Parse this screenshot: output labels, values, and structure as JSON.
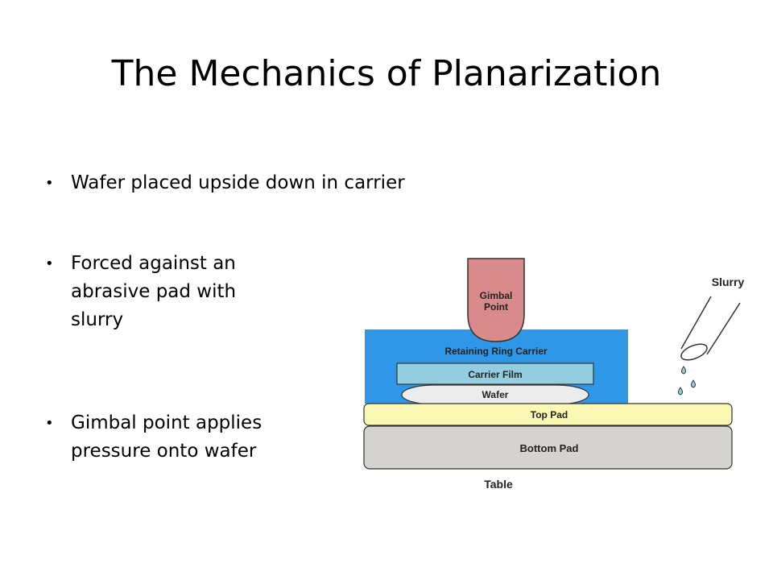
{
  "slide": {
    "title": "The Mechanics of Planarization",
    "bullets": [
      {
        "line1": "Wafer placed upside down in carrier"
      },
      {
        "line1": "Forced against an",
        "line2": "abrasive pad with",
        "line3": "slurry"
      },
      {
        "line1": "Gimbal point applies",
        "line2": "pressure onto wafer"
      }
    ]
  },
  "diagram": {
    "labels": {
      "gimbal_line1": "Gimbal",
      "gimbal_line2": "Point",
      "retaining_ring": "Retaining Ring Carrier",
      "carrier_film": "Carrier Film",
      "wafer": "Wafer",
      "top_pad": "Top Pad",
      "bottom_pad": "Bottom Pad",
      "table": "Table",
      "slurry": "Slurry"
    },
    "colors": {
      "gimbal": "#d98b8b",
      "carrier": "#2f97e8",
      "carrier_film": "#92cde0",
      "wafer": "#ececec",
      "top_pad": "#fbf8b3",
      "bottom_pad": "#d4d3cf",
      "outline": "#333333"
    }
  }
}
